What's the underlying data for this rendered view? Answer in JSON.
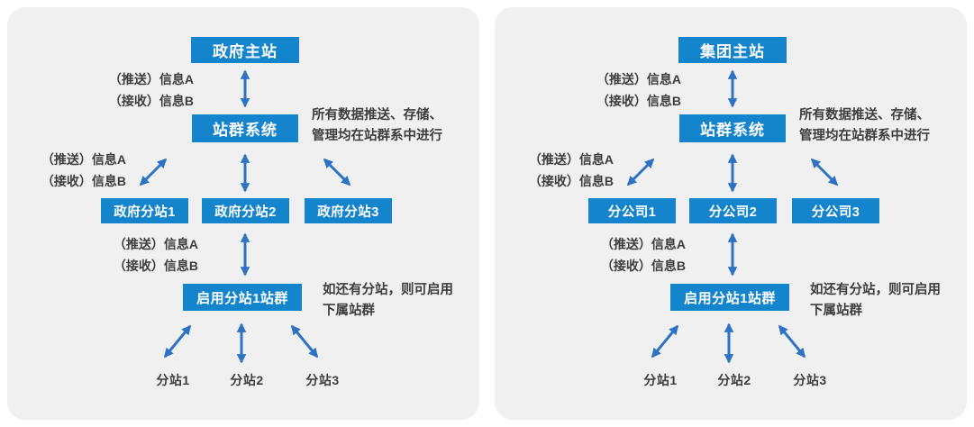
{
  "colors": {
    "box_blue": "#1484cd",
    "arrow_blue": "#2e72c4",
    "panel_background": "#f0f0f0",
    "page_background": "#ffffff",
    "text_dark": "#3d3d3d"
  },
  "panels": [
    {
      "name": "government-site-cluster",
      "main_site": "政府主站",
      "push_info": "（推送）信息A",
      "receive_info": "（接收）信息B",
      "cluster_system": "站群系统",
      "cluster_note_line1": "所有数据推送、存储、",
      "cluster_note_line2": "管理均在站群系中进行",
      "sub_sites": [
        "政府分站1",
        "政府分站2",
        "政府分站3"
      ],
      "enable_box": "启用分站1站群",
      "enable_note_line1": "如还有分站，则可启用",
      "enable_note_line2": "下属站群",
      "leaf_sites": [
        "分站1",
        "分站2",
        "分站3"
      ]
    },
    {
      "name": "group-site-cluster",
      "main_site": "集团主站",
      "push_info": "（推送）信息A",
      "receive_info": "（接收）信息B",
      "cluster_system": "站群系统",
      "cluster_note_line1": "所有数据推送、存储、",
      "cluster_note_line2": "管理均在站群系中进行",
      "sub_sites": [
        "分公司1",
        "分公司2",
        "分公司3"
      ],
      "enable_box": "启用分站1站群",
      "enable_note_line1": "如还有分站，则可启用",
      "enable_note_line2": "下属站群",
      "leaf_sites": [
        "分站1",
        "分站2",
        "分站3"
      ]
    }
  ]
}
